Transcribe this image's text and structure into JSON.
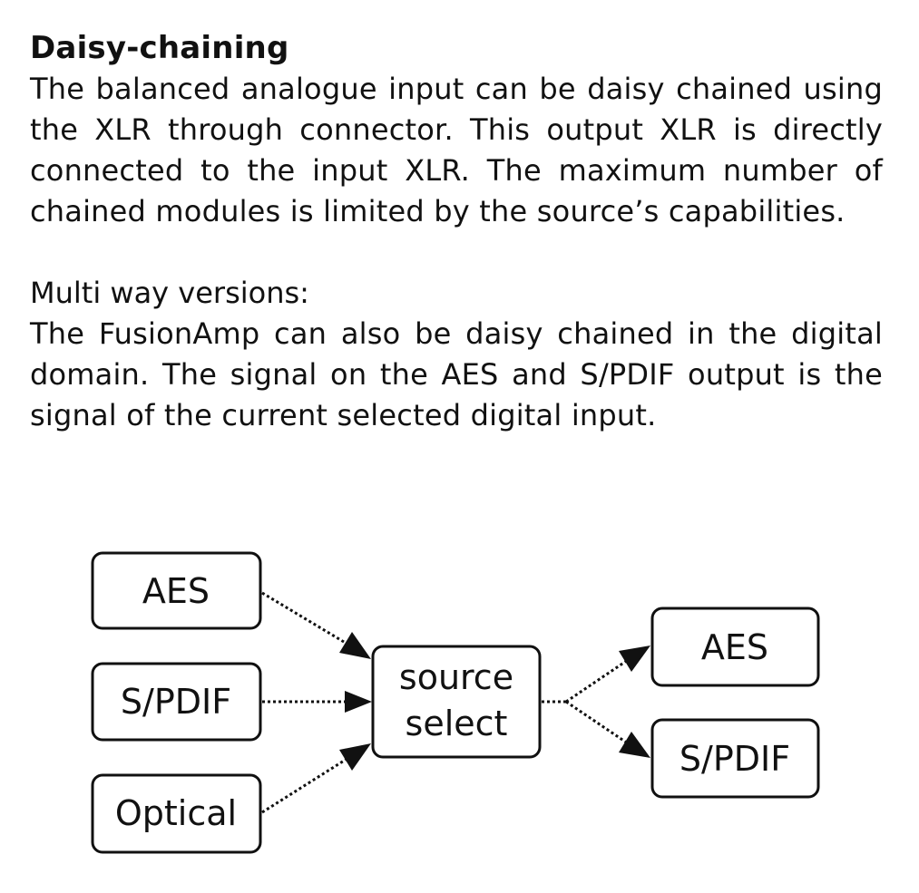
{
  "section": {
    "title": "Daisy-chaining",
    "paragraph1": "The balanced analogue input can be daisy chained using the XLR through connector. This output XLR is directly connected to the input XLR. The maximum number of chained modules is limited by the source’s capabilities.",
    "subheading": "Multi way versions:",
    "paragraph2": "The FusionAmp can also be daisy chained in the digital domain. The signal on the AES and S/PDIF output is the signal of the current selected digital input."
  },
  "diagram": {
    "inputs": {
      "aes": "AES",
      "spdif": "S/PDIF",
      "optical": "Optical"
    },
    "selector": {
      "line1": "source",
      "line2": "select"
    },
    "outputs": {
      "aes": "AES",
      "spdif": "S/PDIF"
    }
  }
}
